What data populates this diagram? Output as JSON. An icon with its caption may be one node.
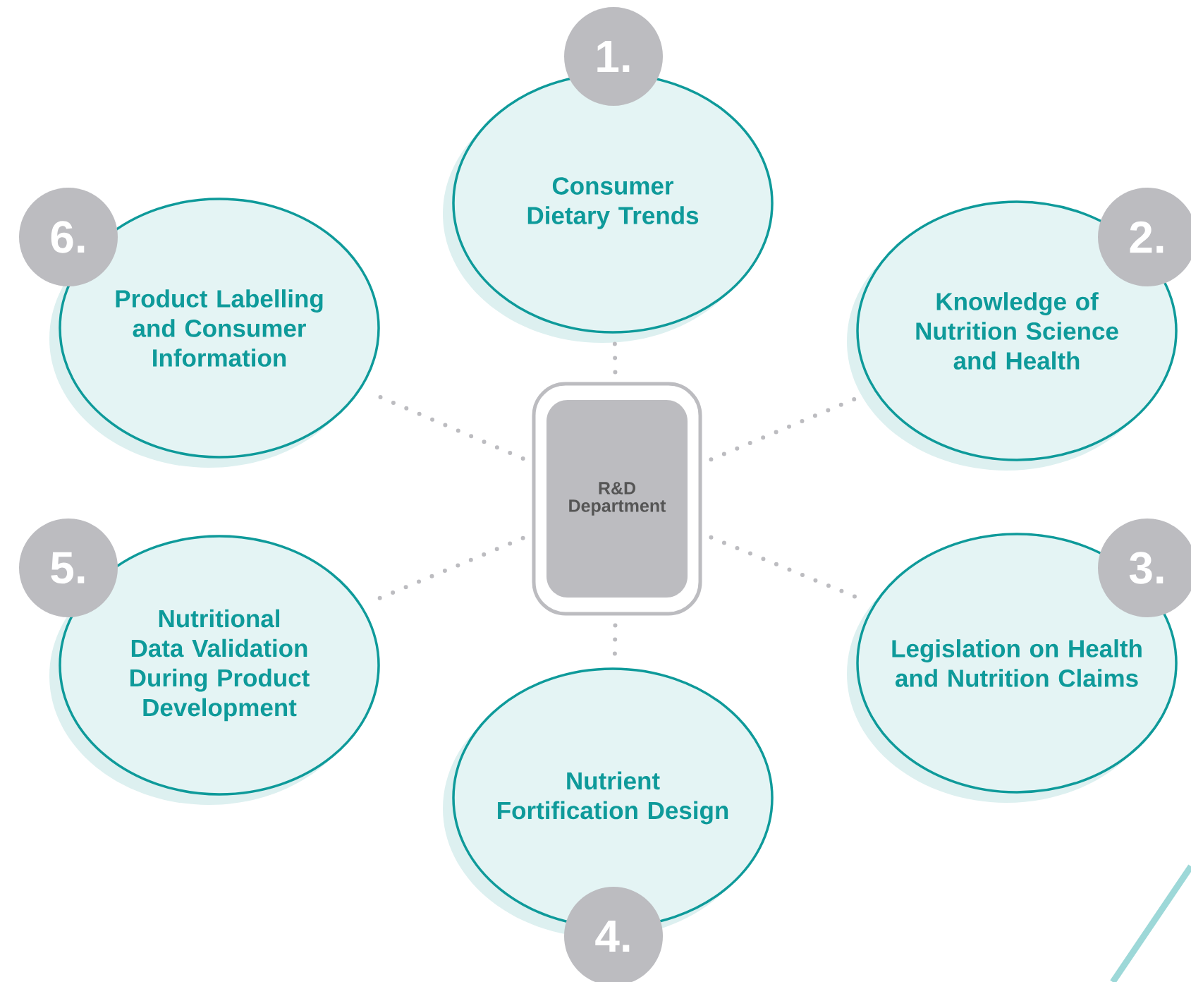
{
  "diagram": {
    "nodes": [
      {
        "text": [
          "R&D Department"
        ]
      },
      {
        "text": [
          "Consumer Dietary Trends"
        ]
      },
      {
        "text": [
          "Knowledge of Nutrition Science and Health"
        ]
      },
      {
        "text": [
          "Legislation on Health and Nutrition Claims"
        ]
      },
      {
        "text": [
          "Nutrient Fortification Design"
        ]
      },
      {
        "text": [
          "Nutritional Data Validation During Product Development"
        ]
      },
      {
        "text": [
          "Product Labelling and Consumer Information"
        ]
      },
      {
        "text": [
          "1."
        ]
      },
      {
        "text": [
          "2."
        ]
      },
      {
        "text": [
          "3."
        ]
      },
      {
        "text": [
          "4."
        ]
      },
      {
        "text": [
          "5."
        ]
      },
      {
        "text": [
          "6."
        ]
      }
    ],
    "edges": [
      {
        "from": 0,
        "to": 1,
        "arrow": "none"
      },
      {
        "from": 0,
        "to": 2,
        "arrow": "none"
      },
      {
        "from": 0,
        "to": 3,
        "arrow": "none"
      },
      {
        "from": 0,
        "to": 4,
        "arrow": "none"
      },
      {
        "from": 0,
        "to": 5,
        "arrow": "none"
      },
      {
        "from": 0,
        "to": 6,
        "arrow": "none"
      }
    ]
  }
}
